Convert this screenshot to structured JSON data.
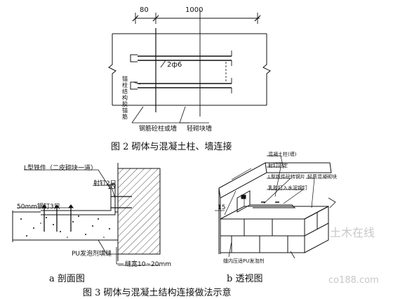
{
  "figure2": {
    "dims": {
      "left": "80",
      "right": "1000"
    },
    "tie": "2ф6",
    "label_anchor": "锚栓结构胶锚筋",
    "label_column": "钢筋砼柱或墙",
    "label_wall": "轻砌块墙",
    "caption": "图 2    砌体与混凝土柱、墙连接"
  },
  "figure3a": {
    "label_bracket": "L型铁件（二皮砌块一道）",
    "label_nail": "射钉2只",
    "label_steelnail": "50mm钢钉3只",
    "label_pu": "PU发泡剂填缝",
    "label_gap": "缝宽10~20mm",
    "dim15": "15",
    "sub": "a    剖面图"
  },
  "figure3b": {
    "label_concrete": "混凝土柱(墙)",
    "label_shot": "射钉固定",
    "label_lbracket": "L型铁件砼转钢片",
    "label_drive": "乳胶打入水泥钢钉",
    "label_block": "轻质混凝砌块",
    "label_pu": "缝内压适PU发泡剂",
    "dim15": "15",
    "sub": "b    透视图"
  },
  "caption3": "图 3    砌体与混凝土结构连接做法示意",
  "watermark": {
    "cn": "土木在线",
    "en": "co188.com"
  }
}
